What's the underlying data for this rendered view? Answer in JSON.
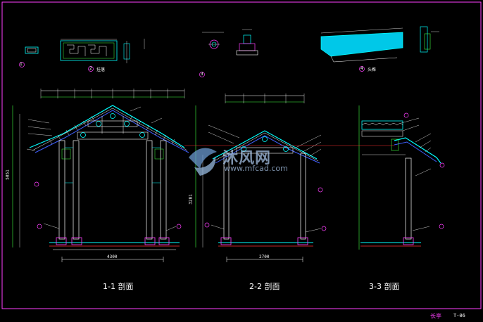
{
  "drawing": {
    "section_titles": {
      "s1": "1-1 剖面",
      "s2": "2-2 剖面",
      "s3": "3-3 剖面"
    },
    "detail_labels": {
      "d1": "1",
      "d2": "2",
      "d2_text": "挂落",
      "d3": "3",
      "d4": "4",
      "d4_text": "头榫"
    },
    "title_block": {
      "name": "长亭",
      "sheet": "T-06"
    },
    "dimensions": {
      "s1_width": "4300",
      "s2_width": "2700",
      "s1_height": "5051",
      "s2_height": "3281"
    },
    "watermark": {
      "main": "沐风网",
      "url": "www.mfcad.com"
    },
    "colors": {
      "background": "#000000",
      "frame": "#ff40ff",
      "line_cyan": "#00ffff",
      "line_green": "#40ff40",
      "line_white": "#ffffff",
      "line_red": "#ff3030",
      "line_blue": "#4060ff"
    }
  }
}
